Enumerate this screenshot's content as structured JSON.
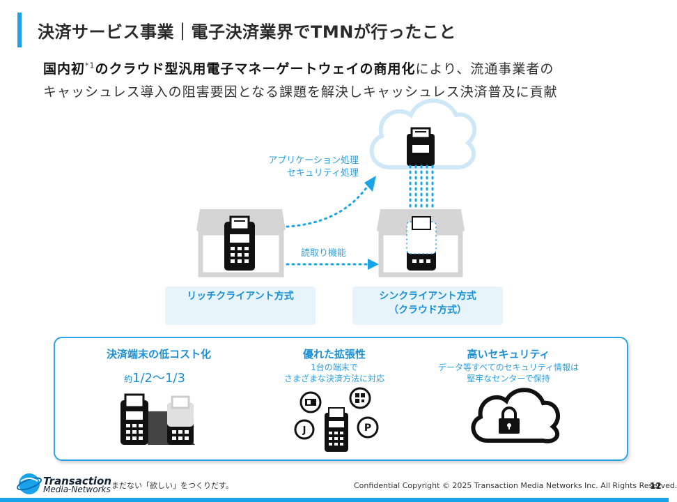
{
  "header": {
    "title": "決済サービス事業｜電子決済業界でTMNが行ったこと"
  },
  "lead": {
    "line1_bold_a": "国内初",
    "line1_sup": "*1",
    "line1_bold_b": "のクラウド型汎用電子マネーゲートウェイの商用化",
    "line1_rest": "により、流通事業者の",
    "line2": "キャッシュレス導入の阻害要因となる課題を解決しキャッシュレス決済普及に貢献"
  },
  "diagram": {
    "cloud_note_line1": "アプリケーション処理",
    "cloud_note_line2": "セキュリティ処理",
    "read_note": "読取り機能",
    "rich_label": "リッチクライアント方式",
    "thin_label_line1": "シンクライアント方式",
    "thin_label_line2": "（クラウド方式）"
  },
  "features": [
    {
      "title": "決済端末の低コスト化",
      "note_prefix": "約",
      "note_value": "1/2～1/3"
    },
    {
      "title": "優れた拡張性",
      "note_line1": "1台の端末で",
      "note_line2": "さまざまな決済方法に対応"
    },
    {
      "title": "高いセキュリティ",
      "note_line1": "データ等すべてのセキュリティ情報は",
      "note_line2": "堅牢なセンターで保持"
    }
  ],
  "footer": {
    "logo_line1": "Transaction",
    "logo_line2": "Media-Networks",
    "tagline": "まだない「欲しい」をつくりだす。",
    "copyright": "Confidential  Copyright © 2025 Transaction Media Networks Inc. All Rights Reserved.",
    "page_number": "12"
  },
  "colors": {
    "accent": "#1aa3e8",
    "label_bg": "#e8f4fc",
    "terminal": "#111111",
    "shop_gray": "#cfcfcf"
  }
}
